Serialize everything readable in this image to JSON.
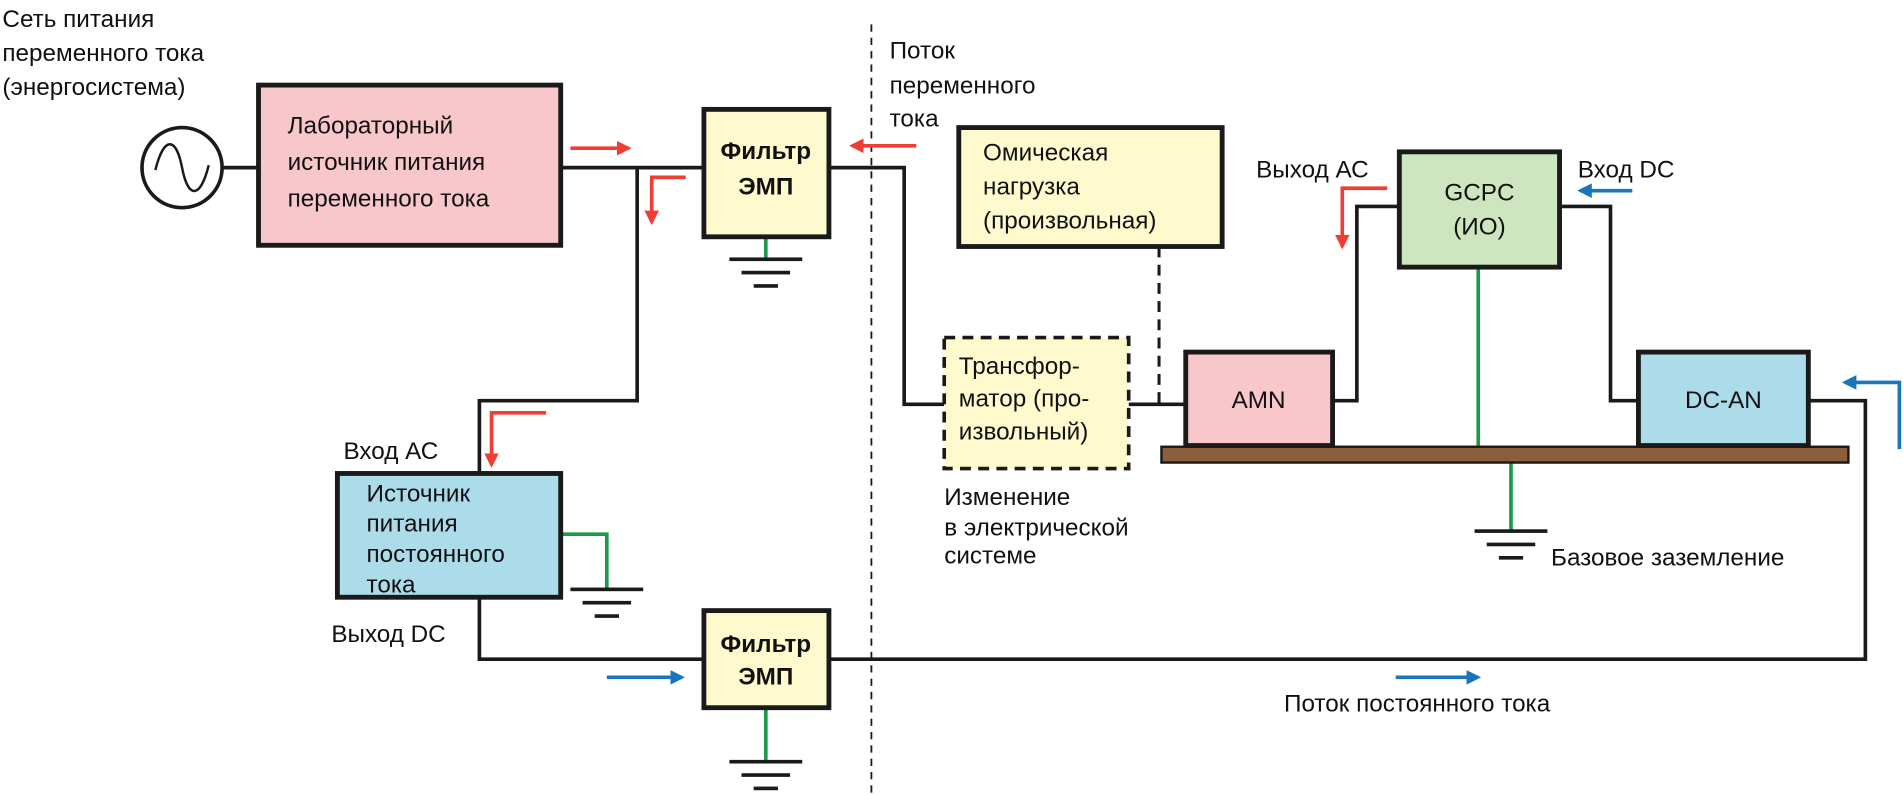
{
  "colors": {
    "lab_source": "#f7c7cc",
    "filter": "#fffacd",
    "gcpc": "#cde6c0",
    "dc_box": "#acdbea",
    "amn": "#f7c7cc",
    "ac_flow_arrow": "#ef3e36",
    "dc_flow_arrow": "#1a75bb",
    "ground_wire": "#1a9a4a",
    "ground_plane": "#8b5e3c"
  },
  "grid_label": [
    "Сеть питания",
    "переменного тока",
    "(энергосистема)"
  ],
  "lab_source": [
    "Лабораторный",
    "источник питания",
    "переменного тока"
  ],
  "filter_top": [
    "Фильтр",
    "ЭМП"
  ],
  "filter_bottom": [
    "Фильтр",
    "ЭМП"
  ],
  "ac_flow_label": [
    "Поток",
    "переменного",
    "тока"
  ],
  "ohmic_load": [
    "Омическая",
    "нагрузка",
    "(произвольная)"
  ],
  "transformer": [
    "Трансфор-",
    "матор (про-",
    "извольный)"
  ],
  "change_label": [
    "Изменение",
    "в электрической",
    "системе"
  ],
  "amn": "AMN",
  "gcpc": [
    "GCPC",
    "(ИО)"
  ],
  "dc_an": "DC-AN",
  "ac_output_label": "Выход АС",
  "dc_input_label": "Вход DC",
  "ac_input_label": "Вход АС",
  "dc_output_label": "Выход DC",
  "dc_source": [
    "Источник",
    "питания",
    "постоянного",
    "тока"
  ],
  "base_ground_label": "Базовое заземление",
  "dc_flow_label": "Поток постоянного тока"
}
